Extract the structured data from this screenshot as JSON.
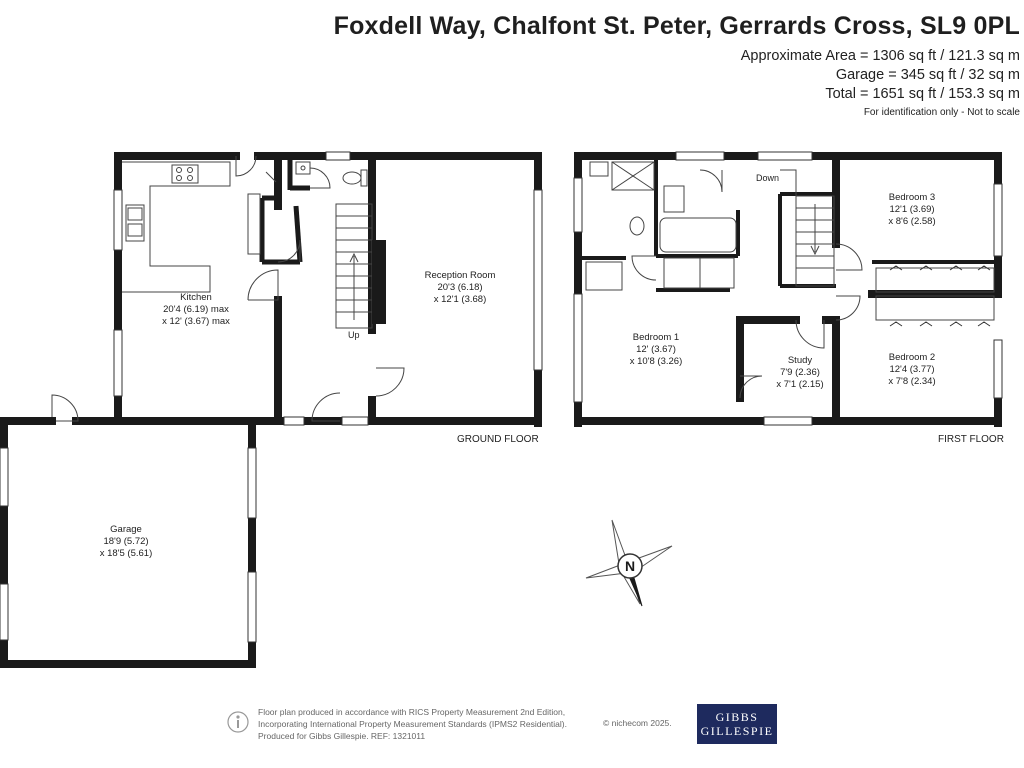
{
  "header": {
    "title": "Foxdell Way, Chalfont St. Peter, Gerrards Cross, SL9 0PL",
    "area_lines": [
      "Approximate Area = 1306 sq ft / 121.3 sq m",
      "Garage = 345 sq ft / 32 sq m",
      "Total = 1651 sq ft / 153.3 sq m"
    ],
    "disclaimer": "For identification only - Not to scale"
  },
  "ground_floor": {
    "label": "GROUND FLOOR",
    "rooms": {
      "kitchen": [
        "Kitchen",
        "20'4 (6.19) max",
        "x 12' (3.67) max"
      ],
      "reception": [
        "Reception Room",
        "20'3 (6.18)",
        "x 12'1 (3.68)"
      ],
      "garage": [
        "Garage",
        "18'9 (5.72)",
        "x 18'5 (5.61)"
      ]
    },
    "stairs_label": "Up"
  },
  "first_floor": {
    "label": "FIRST FLOOR",
    "rooms": {
      "bedroom1": [
        "Bedroom 1",
        "12' (3.67)",
        "x 10'8 (3.26)"
      ],
      "bedroom2": [
        "Bedroom 2",
        "12'4 (3.77)",
        "x 7'8 (2.34)"
      ],
      "bedroom3": [
        "Bedroom 3",
        "12'1 (3.69)",
        "x 8'6 (2.58)"
      ],
      "study": [
        "Study",
        "7'9 (2.36)",
        "x 7'1 (2.15)"
      ]
    },
    "stairs_label": "Down"
  },
  "compass": {
    "letter": "N"
  },
  "footer": {
    "lines": [
      "Floor plan produced in accordance with RICS Property Measurement 2nd Edition,",
      "Incorporating International Property Measurement Standards (IPMS2 Residential).",
      "Produced for Gibbs Gillespie.   REF: 1321011"
    ],
    "brand": "© nichecom 2025.",
    "logo_lines": [
      "GIBBS",
      "GILLESPIE"
    ]
  },
  "colors": {
    "wall": "#1a1a1a",
    "window": "#ffffff",
    "logo_bg": "#1e2a5e"
  }
}
